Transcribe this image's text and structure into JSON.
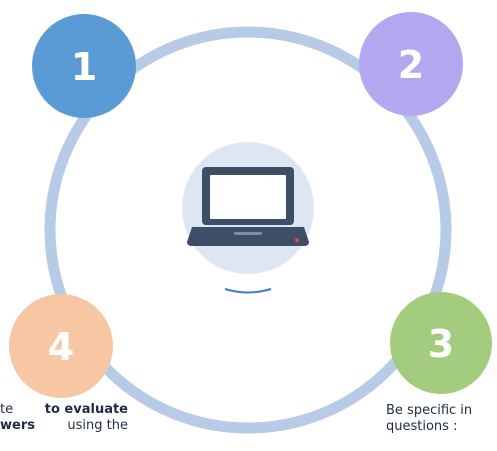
{
  "steps": [
    {
      "number": "1",
      "color": "#5b9bd5"
    },
    {
      "number": "2",
      "color": "#b3a7ef"
    },
    {
      "number": "3",
      "color": "#a3cc7e"
    },
    {
      "number": "4",
      "color": "#f7c6a3"
    }
  ],
  "ring_color": "#b7cbe6",
  "center": {
    "circle_color": "#dde7f1",
    "icon": "laptop-icon",
    "laptop_color": "#3d4e66",
    "screen_color": "#ffffff",
    "power_light_color": "#e04a4a"
  },
  "captions": {
    "left_line1_part1": "te ",
    "left_line1_bold": "to evaluate",
    "left_line2_bold": "wers",
    "left_line2_part2": " using the",
    "right_line1": "Be specific in",
    "right_line2": "questions :"
  }
}
